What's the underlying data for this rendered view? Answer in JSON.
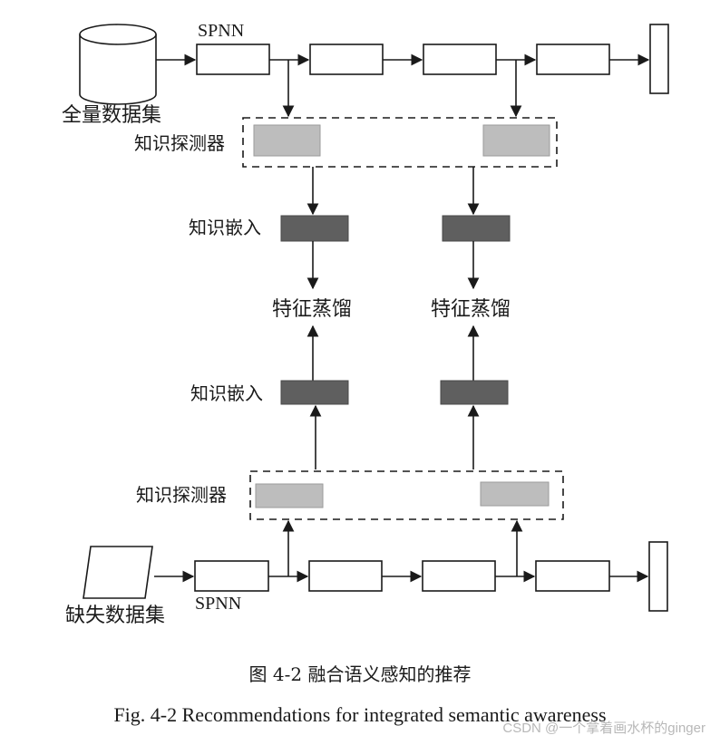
{
  "top": {
    "database_label": "全量数据集",
    "spnn_label": "SPNN",
    "probe_label": "知识探测器"
  },
  "middle": {
    "embed_label_upper": "知识嵌入",
    "distill_left": "特征蒸馏",
    "distill_right": "特征蒸馏",
    "embed_label_lower": "知识嵌入"
  },
  "bottom": {
    "probe_label": "知识探测器",
    "dataset_label": "缺失数据集",
    "spnn_label": "SPNN"
  },
  "caption": {
    "chinese": "图 4-2  融合语义感知的推荐",
    "english": "Fig. 4-2 Recommendations for integrated semantic awareness"
  },
  "watermark": "CSDN @一个拿着画水杯的ginger",
  "colors": {
    "probe_fill": "#bdbdbd",
    "embed_fill": "#5f5f5f",
    "line": "#1a1a1a"
  }
}
